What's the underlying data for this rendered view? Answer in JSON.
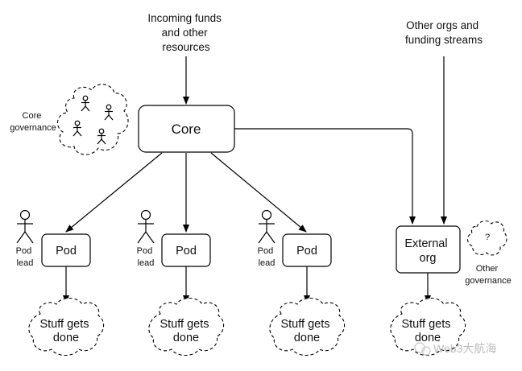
{
  "labels": {
    "incoming": [
      "Incoming funds",
      "and other",
      "resources"
    ],
    "other_orgs": [
      "Other orgs and",
      "funding streams"
    ],
    "core_governance": [
      "Core",
      "governance"
    ],
    "other_governance": [
      "Other",
      "governance"
    ],
    "pod_lead": [
      "Pod",
      "lead"
    ]
  },
  "nodes": {
    "core": "Core",
    "pod": "Pod",
    "external": [
      "External",
      "org"
    ],
    "stuff": [
      "Stuff gets",
      "done"
    ],
    "question": "?"
  },
  "watermark": "Web3大航海"
}
